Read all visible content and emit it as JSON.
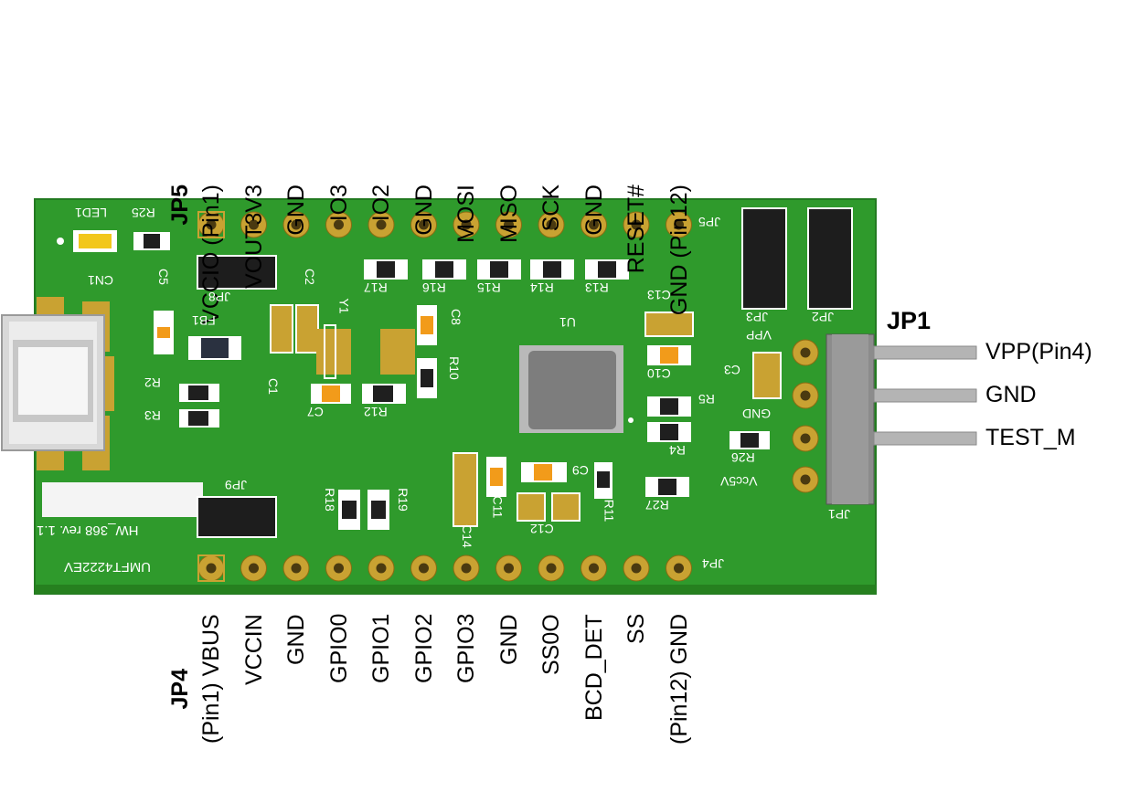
{
  "board": {
    "silkscreen_name": "UMFT4222EV",
    "revision": "HW_368 rev. 1.1",
    "colors": {
      "pcb": "#2f9a2c",
      "pcb_edge": "#2a8a27",
      "pad_gold": "#c9a232",
      "silk": "#ffffff",
      "header_black": "#1d1d1d",
      "pin_silver": "#b4b4b4"
    }
  },
  "jp5": {
    "header": "JP5",
    "pins": [
      "VCCIO (Pin1)",
      "VOUT3V3",
      "GND",
      "IO3",
      "IO2",
      "GND",
      "MOSI",
      "MISO",
      "SCK",
      "GND",
      "RESET#",
      "GND (Pin12)"
    ]
  },
  "jp4": {
    "header": "JP4",
    "pins": [
      "(Pin1) VBUS",
      "VCCIN",
      "GND",
      "GPIO0",
      "GPIO1",
      "GPIO2",
      "GPIO3",
      "GND",
      "SS0O",
      "BCD_DET",
      "SS",
      "(Pin12) GND"
    ]
  },
  "jp1": {
    "header": "JP1",
    "pins": [
      "VPP(Pin4)",
      "GND",
      "TEST_M"
    ]
  },
  "silk_labels": {
    "led1": "LED1",
    "r25": "R25",
    "cn1": "CN1",
    "c5": "C5",
    "jp8": "JP8",
    "c2": "C2",
    "y1": "Y1",
    "fb1": "FB1",
    "r2": "R2",
    "r3": "R3",
    "c1": "C1",
    "c7": "C7",
    "r12": "R12",
    "r10": "R10",
    "c8": "C8",
    "r17": "R17",
    "r16": "R16",
    "r15": "R15",
    "r14": "R14",
    "r13": "R13",
    "c13": "C13",
    "u1": "U1",
    "c10": "C10",
    "jp5": "JP5",
    "jp3": "JP3",
    "jp2": "JP2",
    "vpp": "VPP",
    "c3": "C3",
    "r5": "R5",
    "gnd": "GND",
    "r4": "R4",
    "r26": "R26",
    "vcc5v": "Vcc5V",
    "r27": "R27",
    "jp1": "JP1",
    "c9": "C9",
    "r11": "R11",
    "c12": "C12",
    "c11": "C11",
    "c14": "C14",
    "r18": "R18",
    "r19": "R19",
    "jp9": "JP9",
    "jp4": "JP4"
  }
}
